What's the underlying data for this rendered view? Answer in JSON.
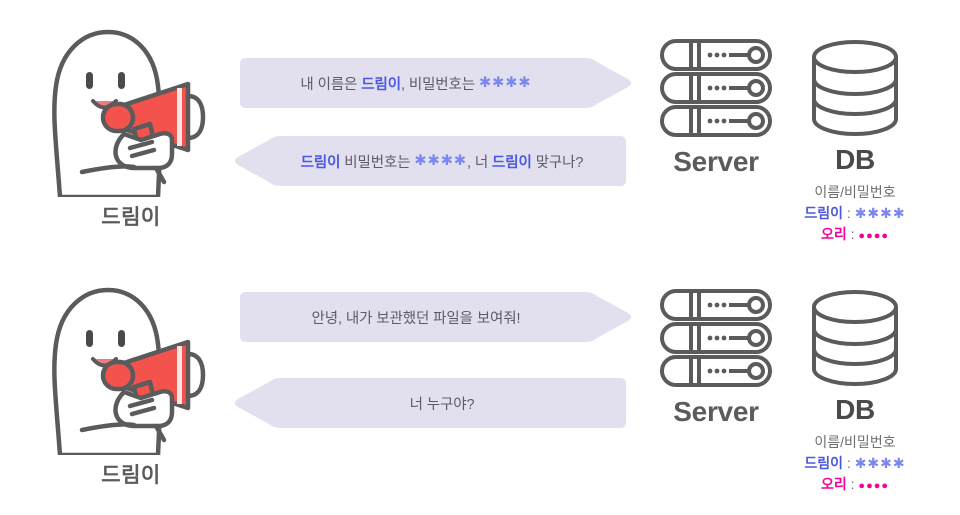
{
  "colors": {
    "arrow_fill": "#e2e0ee",
    "highlight_blue": "#4b58e0",
    "stars_blue": "#7b86ef",
    "pink": "#f5009b",
    "megaphone_red": "#f4524d",
    "outline_gray": "#5b5b5b",
    "text_gray": "#5c5c66",
    "background": "#ffffff"
  },
  "rows": [
    {
      "id": "row-signup",
      "mascot": {
        "name": "드림이",
        "icon": "ghost-character-with-megaphone-icon"
      },
      "arrows": [
        {
          "id": "arrow-request-1",
          "direction": "right",
          "segments": [
            {
              "text": "내 이름은 ",
              "style": "plain"
            },
            {
              "text": "드림이",
              "style": "highlight"
            },
            {
              "text": ", 비밀번호는 ",
              "style": "plain"
            },
            {
              "text": "****",
              "style": "stars"
            }
          ],
          "plain_text": "내 이름은 드림이, 비밀번호는 ****"
        },
        {
          "id": "arrow-response-1",
          "direction": "left",
          "segments": [
            {
              "text": "드림이",
              "style": "highlight"
            },
            {
              "text": " 비밀번호는 ",
              "style": "plain"
            },
            {
              "text": "****",
              "style": "stars"
            },
            {
              "text": ", 너 ",
              "style": "plain"
            },
            {
              "text": "드림이",
              "style": "highlight"
            },
            {
              "text": " 맞구나?",
              "style": "plain"
            }
          ],
          "plain_text": "드림이 비밀번호는 ****, 너 드림이 맞구나?"
        }
      ],
      "server": {
        "label": "Server",
        "icon": "server-rack-icon"
      },
      "db": {
        "label": "DB",
        "icon": "database-cylinder-icon",
        "header": "이름/비밀번호",
        "records": [
          {
            "user": "드림이",
            "separator": ":",
            "password": "****",
            "color": "blue"
          },
          {
            "user": "오리",
            "separator": ":",
            "password": "●●●●",
            "color": "pink"
          }
        ]
      }
    },
    {
      "id": "row-unauthenticated",
      "mascot": {
        "name": "드림이",
        "icon": "ghost-character-with-megaphone-icon"
      },
      "arrows": [
        {
          "id": "arrow-request-2",
          "direction": "right",
          "segments": [
            {
              "text": "안녕, 내가 보관했던 파일을 보여줘!",
              "style": "plain"
            }
          ],
          "plain_text": "안녕, 내가 보관했던 파일을 보여줘!"
        },
        {
          "id": "arrow-response-2",
          "direction": "left",
          "segments": [
            {
              "text": "너 누구야?",
              "style": "plain"
            }
          ],
          "plain_text": "너 누구야?"
        }
      ],
      "server": {
        "label": "Server",
        "icon": "server-rack-icon"
      },
      "db": {
        "label": "DB",
        "icon": "database-cylinder-icon",
        "header": "이름/비밀번호",
        "records": [
          {
            "user": "드림이",
            "separator": ":",
            "password": "****",
            "color": "blue"
          },
          {
            "user": "오리",
            "separator": ":",
            "password": "●●●●",
            "color": "pink"
          }
        ]
      }
    }
  ]
}
